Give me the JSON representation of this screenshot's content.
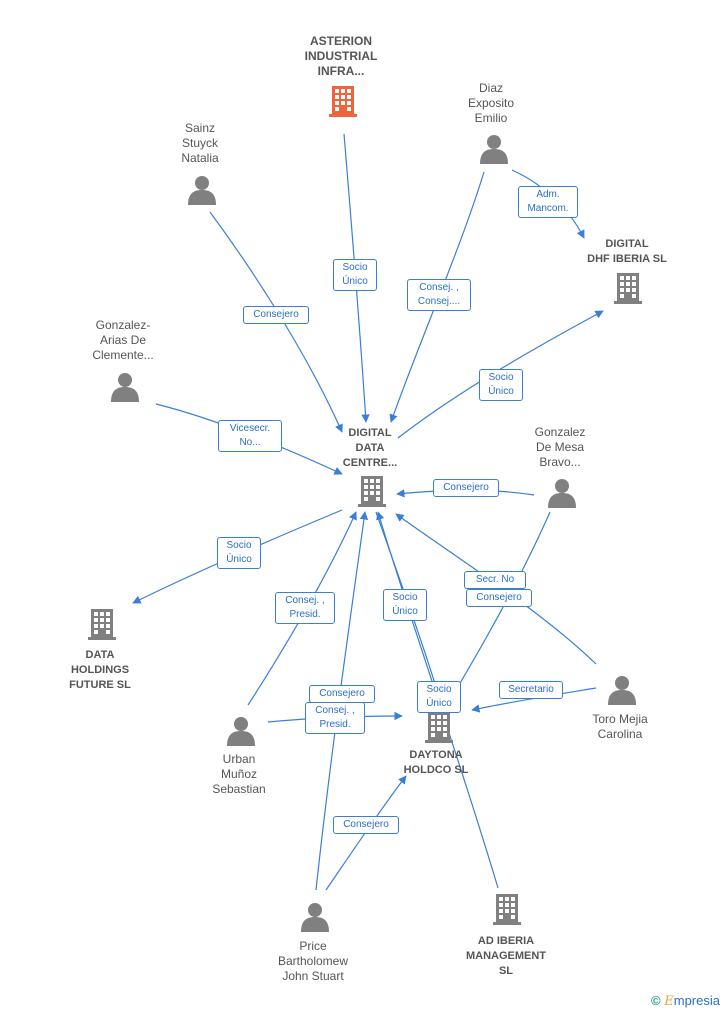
{
  "nodes": [
    {
      "id": "asterion",
      "label": "ASTERION\nINDUSTRIAL\nINFRA...",
      "kind": "company",
      "highlight": true
    },
    {
      "id": "diaz",
      "label": "Diaz\nExposito\nEmilio",
      "kind": "person"
    },
    {
      "id": "sainz",
      "label": "Sainz\nStuyck\nNatalia",
      "kind": "person"
    },
    {
      "id": "dhf",
      "label": "DIGITAL\nDHF IBERIA  SL",
      "kind": "company"
    },
    {
      "id": "gonzalez_arias",
      "label": "Gonzalez-\nArias De\nClemente...",
      "kind": "person"
    },
    {
      "id": "ddc",
      "label": "DIGITAL\nDATA\nCENTRE...",
      "kind": "company"
    },
    {
      "id": "gonzalez_mesa",
      "label": "Gonzalez\nDe Mesa\nBravo...",
      "kind": "person"
    },
    {
      "id": "dhf_future",
      "label": "DATA\nHOLDINGS\nFUTURE  SL",
      "kind": "company"
    },
    {
      "id": "toro",
      "label": "Toro Mejia\nCarolina",
      "kind": "person"
    },
    {
      "id": "urban",
      "label": "Urban\nMuñoz\nSebastian",
      "kind": "person"
    },
    {
      "id": "daytona",
      "label": "DAYTONA\nHOLDCO  SL",
      "kind": "company"
    },
    {
      "id": "price",
      "label": "Price\nBartholomew\nJohn Stuart",
      "kind": "person"
    },
    {
      "id": "adiberia",
      "label": "AD IBERIA\nMANAGEMENT\nSL",
      "kind": "company"
    }
  ],
  "edges": [
    {
      "id": "e_asterion",
      "label": "Socio\nÚnico"
    },
    {
      "id": "e_diaz_ddc",
      "label": "Consej. ,\nConsej...."
    },
    {
      "id": "e_diaz_dhf",
      "label": "Adm.\nMancom."
    },
    {
      "id": "e_sainz",
      "label": "Consejero"
    },
    {
      "id": "e_ddc_dhf",
      "label": "Socio\nÚnico"
    },
    {
      "id": "e_gonzalez_arias",
      "label": "Vicesecr.\nNo..."
    },
    {
      "id": "e_gonzalez_mesa",
      "label": "Consejero"
    },
    {
      "id": "e_ddc_future",
      "label": "Socio\nÚnico"
    },
    {
      "id": "e_urban_ddc",
      "label": "Consej. ,\nPresid."
    },
    {
      "id": "e_adiberia_ddc",
      "label": "Socio\nÚnico"
    },
    {
      "id": "e_toro_ddc",
      "label": "Secr.  No"
    },
    {
      "id": "e_mesa_daytona",
      "label": "Consejero"
    },
    {
      "id": "e_ddc_daytona",
      "label": "Socio\nÚnico"
    },
    {
      "id": "e_toro_daytona",
      "label": "Secretario"
    },
    {
      "id": "e_urban_daytona_a",
      "label": "Consejero"
    },
    {
      "id": "e_urban_daytona_b",
      "label": "Consej. ,\nPresid."
    },
    {
      "id": "e_price_daytona",
      "label": "Consejero"
    }
  ],
  "colors": {
    "edge": "#3a7fd5",
    "node_icon": "#808080",
    "highlight_icon": "#f0643c"
  },
  "brand": {
    "symbol": "©",
    "name": "mpresia",
    "initial": "E"
  }
}
